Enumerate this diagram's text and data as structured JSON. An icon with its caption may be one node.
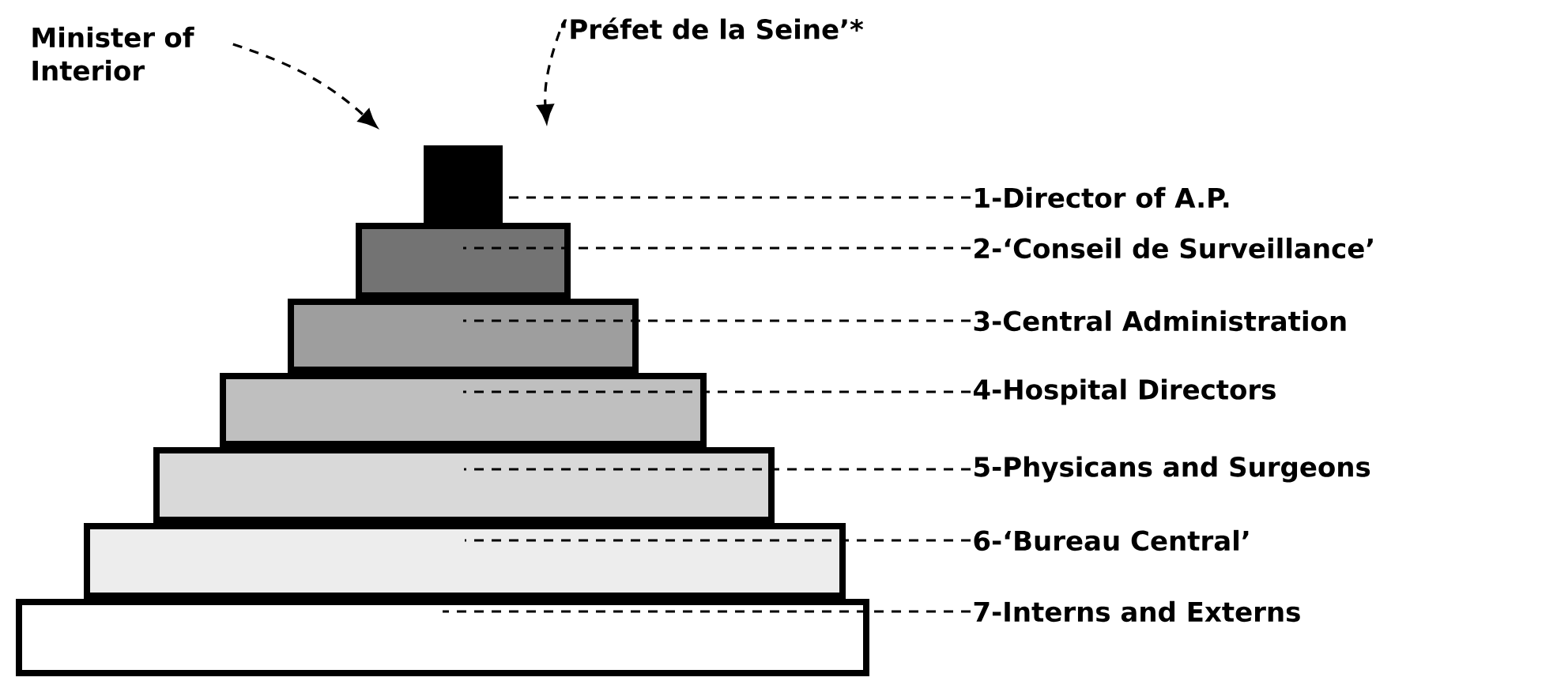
{
  "diagram": {
    "nodes": [
      {
        "text": [
          "Minister of Interior"
        ]
      },
      {
        "text": [
          "‘Préfet de la Seine’*"
        ]
      },
      {
        "text": [],
        "shape": "box"
      },
      {
        "text": [],
        "shape": "box"
      },
      {
        "text": [],
        "shape": "box"
      },
      {
        "text": [],
        "shape": "box"
      },
      {
        "text": [],
        "shape": "box"
      },
      {
        "text": [],
        "shape": "box"
      },
      {
        "text": [],
        "shape": "box"
      },
      {
        "text": [
          "1-Director of A.P."
        ]
      },
      {
        "text": [
          "2-‘Conseil de Surveillance’"
        ]
      },
      {
        "text": [
          "3-Central Administration"
        ]
      },
      {
        "text": [
          "4-Hospital Directors"
        ]
      },
      {
        "text": [
          "5-Physicans and Surgeons"
        ]
      },
      {
        "text": [
          "6-‘Bureau Central’"
        ]
      },
      {
        "text": [
          "7-Interns and Externs"
        ]
      }
    ],
    "edges": [
      {
        "from": 0,
        "to": 2,
        "arrow": "to",
        "style": "dashed"
      },
      {
        "from": 1,
        "to": 2,
        "arrow": "to",
        "style": "dashed"
      },
      {
        "from": 9,
        "to": 2,
        "arrow": "none",
        "style": "dashed"
      },
      {
        "from": 10,
        "to": 3,
        "arrow": "none",
        "style": "dashed"
      },
      {
        "from": 11,
        "to": 4,
        "arrow": "none",
        "style": "dashed"
      },
      {
        "from": 12,
        "to": 5,
        "arrow": "none",
        "style": "dashed"
      },
      {
        "from": 13,
        "to": 6,
        "arrow": "none",
        "style": "dashed"
      },
      {
        "from": 14,
        "to": 7,
        "arrow": "none",
        "style": "dashed"
      },
      {
        "from": 15,
        "to": 8,
        "arrow": "none",
        "style": "dashed"
      }
    ]
  }
}
